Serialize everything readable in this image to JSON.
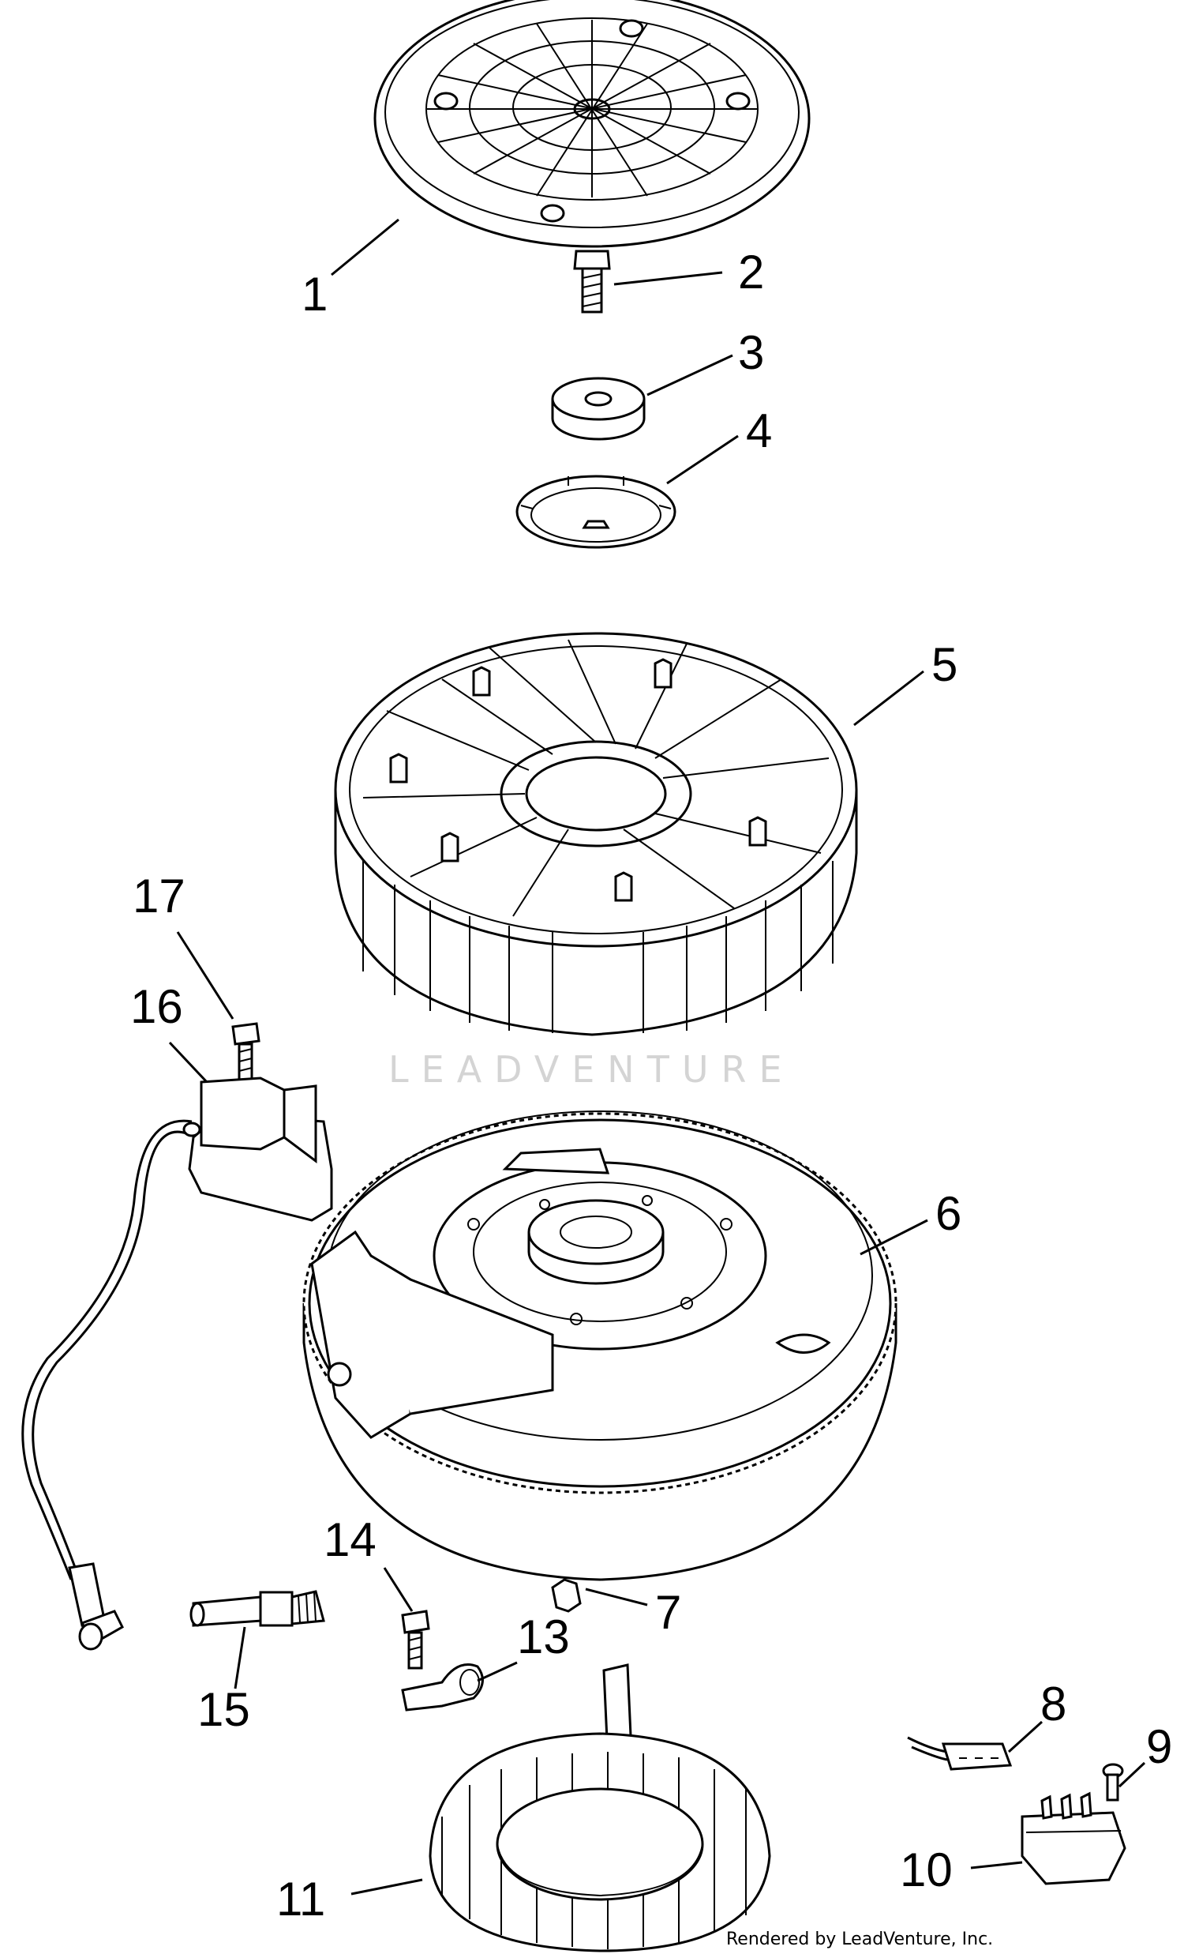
{
  "callouts": [
    {
      "id": "1",
      "label": "1"
    },
    {
      "id": "2",
      "label": "2"
    },
    {
      "id": "3",
      "label": "3"
    },
    {
      "id": "4",
      "label": "4"
    },
    {
      "id": "5",
      "label": "5"
    },
    {
      "id": "6",
      "label": "6"
    },
    {
      "id": "7",
      "label": "7"
    },
    {
      "id": "8",
      "label": "8"
    },
    {
      "id": "9",
      "label": "9"
    },
    {
      "id": "10",
      "label": "10"
    },
    {
      "id": "11",
      "label": "11"
    },
    {
      "id": "13",
      "label": "13"
    },
    {
      "id": "14",
      "label": "14"
    },
    {
      "id": "15",
      "label": "15"
    },
    {
      "id": "16",
      "label": "16"
    },
    {
      "id": "17",
      "label": "17"
    }
  ],
  "watermark": "LEADVENTURE",
  "credit": "Rendered by LeadVenture, Inc."
}
